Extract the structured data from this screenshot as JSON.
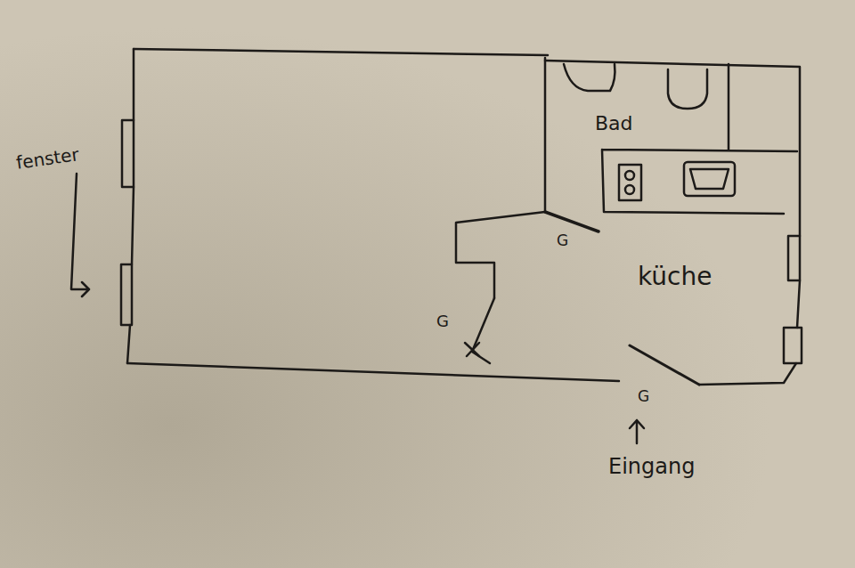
{
  "diagram": {
    "labels": [
      "fenster",
      "Bad",
      "G",
      "küche",
      "G",
      "G",
      "Eingang"
    ]
  }
}
